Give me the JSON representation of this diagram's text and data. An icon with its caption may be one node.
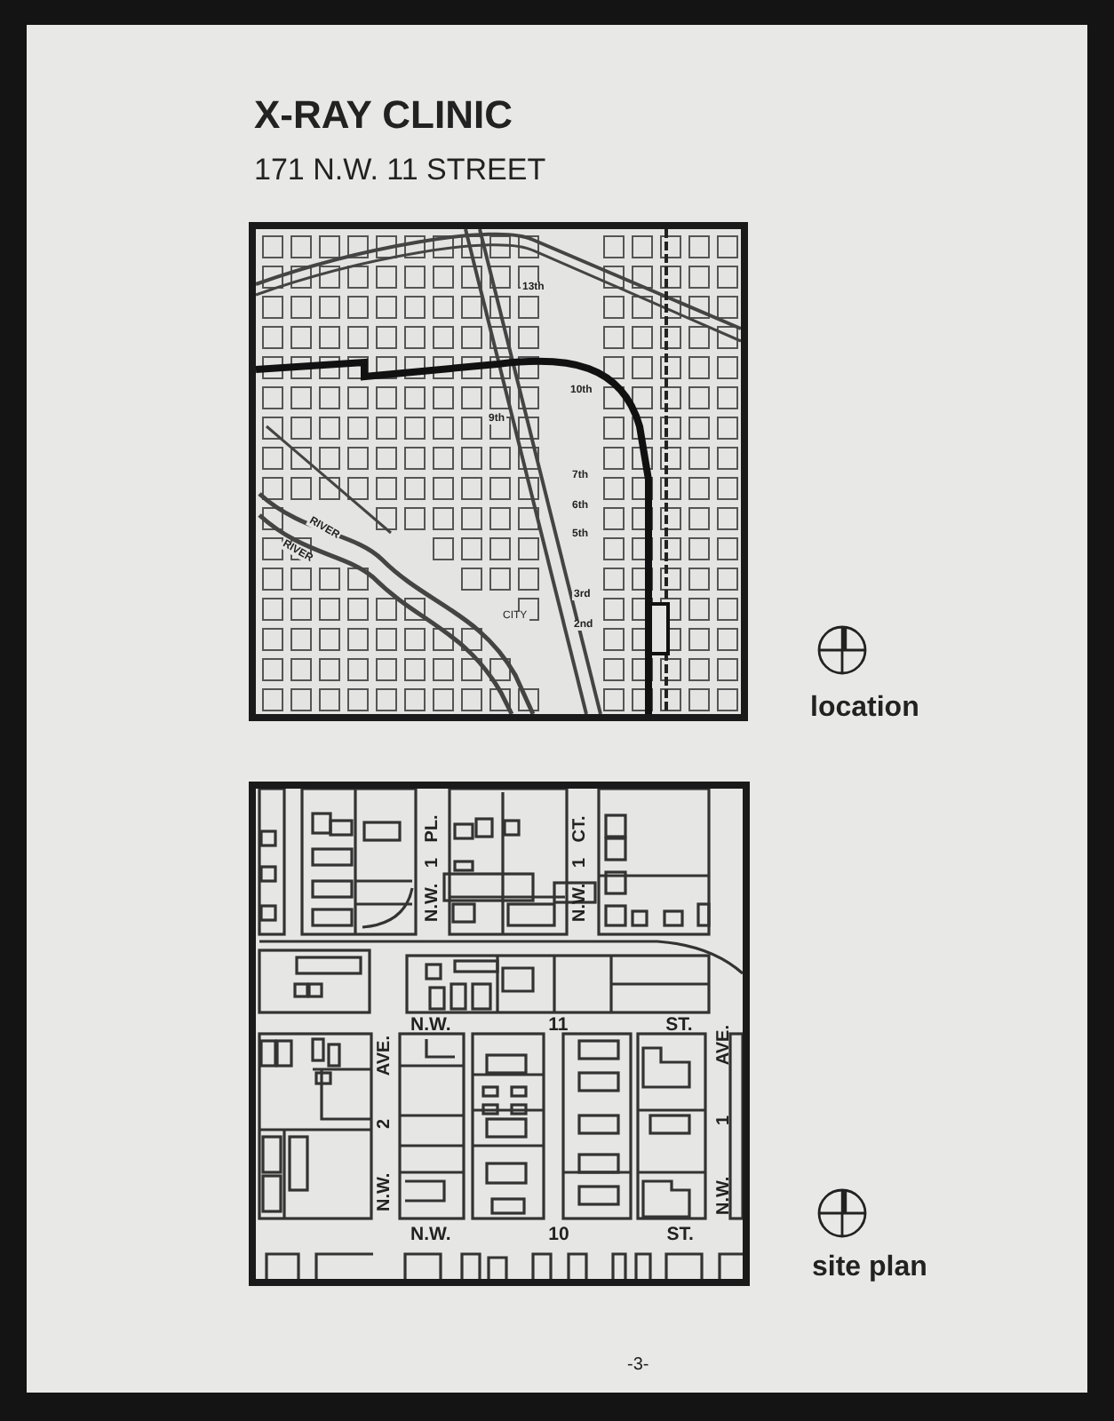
{
  "diagram": {
    "title": "X-RAY CLINIC",
    "labels": [
      "171 N.W. 11 STREET",
      "13th",
      "10th",
      "9th",
      "7th",
      "6th",
      "5th",
      "3rd",
      "2nd",
      "CITY",
      "RIVER",
      "RIVER",
      "N.W. 1 PL.",
      "N.W. 1 CT.",
      "N.W. 11 ST.",
      "N.W. 2 AVE.",
      "N.W. 1 AVE.",
      "N.W. 10 ST.",
      "location",
      "site plan",
      "-3-"
    ]
  }
}
